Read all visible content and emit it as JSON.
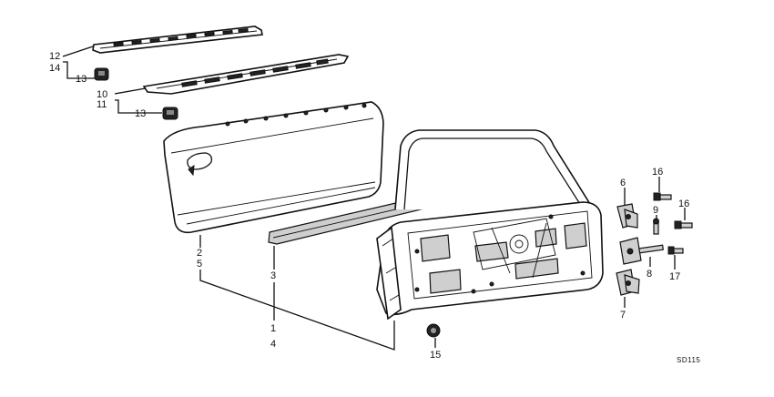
{
  "labels": {
    "l12": "12",
    "l14": "14",
    "l13a": "13",
    "l10": "10",
    "l11": "11",
    "l13b": "13",
    "l2": "2",
    "l5": "5",
    "l3": "3",
    "l1": "1",
    "l4": "4",
    "l15": "15",
    "l6": "6",
    "l16a": "16",
    "l9": "9",
    "l16b": "16",
    "l8": "8",
    "l17": "17",
    "l7": "7"
  },
  "diagram_code": "SD115"
}
